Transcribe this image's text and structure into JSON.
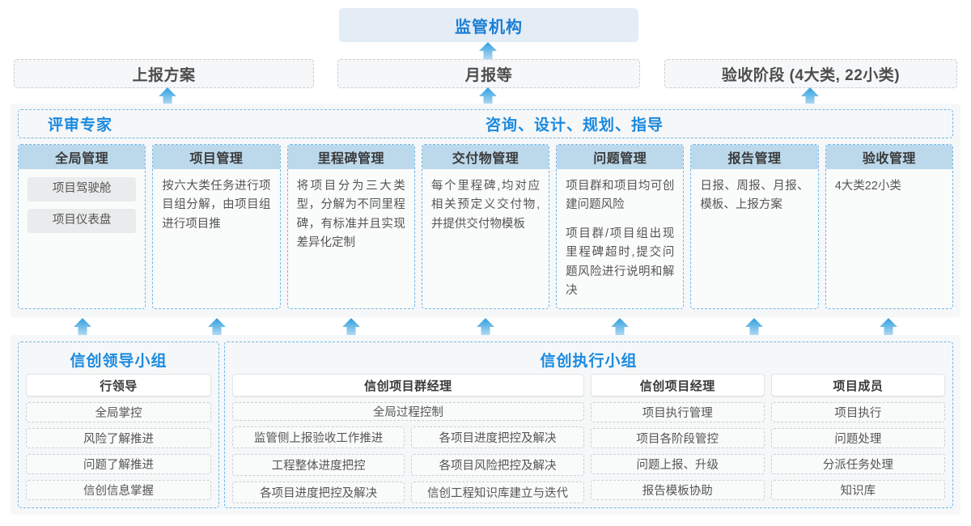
{
  "regulator": {
    "label": "监管机构"
  },
  "top_reports": [
    {
      "label": "上报方案"
    },
    {
      "label": "月报等"
    },
    {
      "label": "验收阶段 (4大类, 22小类)"
    }
  ],
  "middle_band": {
    "left_label": "评审专家",
    "center_label": "咨询、设计、规划、指导",
    "cards": [
      {
        "title": "全局管理",
        "pills": [
          "项目驾驶舱",
          "项目仪表盘"
        ],
        "paragraphs": []
      },
      {
        "title": "项目管理",
        "pills": [],
        "paragraphs": [
          "按六大类任务进行项目组分解，由项目组进行项目推"
        ]
      },
      {
        "title": "里程碑管理",
        "pills": [],
        "paragraphs": [
          "将项目分为三大类型，分解为不同里程碑，有标准并且实现差异化定制"
        ]
      },
      {
        "title": "交付物管理",
        "pills": [],
        "paragraphs": [
          "每个里程碑,均对应相关预定义交付物,并提供交付物模板"
        ]
      },
      {
        "title": "问题管理",
        "pills": [],
        "paragraphs": [
          "项目群和项目均可创建问题风险",
          "项目群/项目组出现里程碑超时,提交问题风险进行说明和解决"
        ]
      },
      {
        "title": "报告管理",
        "pills": [],
        "paragraphs": [
          "日报、周报、月报、模板、上报方案"
        ]
      },
      {
        "title": "验收管理",
        "pills": [],
        "paragraphs": [
          "4大类22小类"
        ]
      }
    ]
  },
  "bottom_band": {
    "left_group": {
      "title": "信创领导小组",
      "columns": [
        {
          "head": "行领导",
          "cells": [
            "全局掌控",
            "风险了解推进",
            "问题了解推进",
            "信创信息掌握"
          ]
        }
      ]
    },
    "right_group": {
      "title": "信创执行小组",
      "pgm_head": "信创项目群经理",
      "pgm_full_cell": "全局过程控制",
      "pgm_left_cells": [
        "监管侧上报验收工作推进",
        "工程整体进度把控",
        "各项目进度把控及解决"
      ],
      "pgm_right_cells": [
        "各项目进度把控及解决",
        "各项目风险把控及解决",
        "信创工程知识库建立与迭代"
      ],
      "columns": [
        {
          "head": "信创项目经理",
          "cells": [
            "项目执行管理",
            "项目各阶段管控",
            "问题上报、升级",
            "报告模板协助"
          ]
        },
        {
          "head": "项目成员",
          "cells": [
            "项目执行",
            "问题处理",
            "分派任务处理",
            "知识库"
          ]
        }
      ]
    }
  },
  "colors": {
    "accent_blue": "#1a8ae0",
    "card_head": "#bcd9ec",
    "regulator_bg": "#e4ecf6",
    "band_bg": "#f6f7f8",
    "dashed_blue": "#6cb8e8",
    "dashed_gray": "#c9cbcc"
  },
  "icons": {
    "up_arrow": "arrow-up-icon"
  }
}
